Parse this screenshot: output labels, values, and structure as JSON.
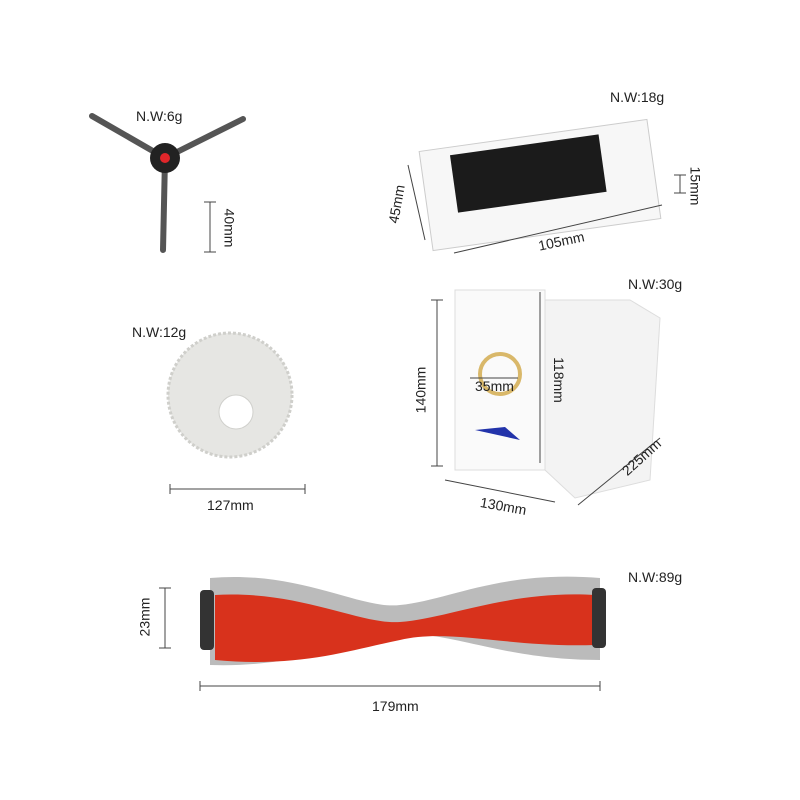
{
  "items": [
    {
      "name_weight": "N.W:6g",
      "dims": [
        "40mm"
      ]
    },
    {
      "name_weight": "N.W:18g",
      "dims": [
        "45mm",
        "15mm",
        "105mm"
      ]
    },
    {
      "name_weight": "N.W:12g",
      "dims": [
        "127mm"
      ]
    },
    {
      "name_weight": "N.W:30g",
      "dims": [
        "140mm",
        "35mm",
        "118mm",
        "130mm",
        "225mm"
      ]
    },
    {
      "name_weight": "N.W:89g",
      "dims": [
        "23mm",
        "179mm"
      ]
    }
  ],
  "colors": {
    "brush_red": "#d8321c",
    "filter_black": "#1b1b1b",
    "bag_blue": "#2233aa",
    "ring_gold": "#d9b86a"
  }
}
